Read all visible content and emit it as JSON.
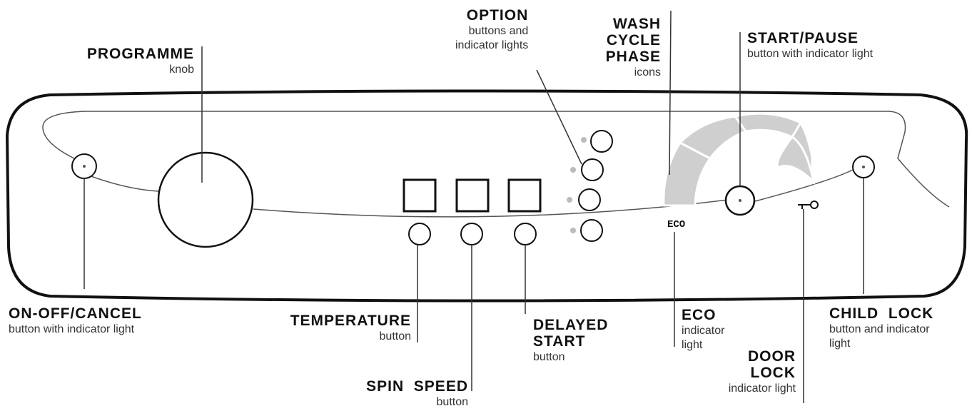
{
  "labels": {
    "option": {
      "title": "OPTION",
      "sub1": "buttons and",
      "sub2": "indicator lights"
    },
    "wash_cycle_phase": {
      "title1": "WASH",
      "title2": "CYCLE",
      "title3": "PHASE",
      "sub": "icons"
    },
    "start_pause": {
      "title": "START/PAUSE",
      "sub": "button with indicator light"
    },
    "programme": {
      "title": "PROGRAMME",
      "sub": "knob"
    },
    "on_off_cancel": {
      "title": "ON-OFF/CANCEL",
      "sub": "button with indicator light"
    },
    "temperature": {
      "title": "TEMPERATURE",
      "sub": "button"
    },
    "spin_speed": {
      "title": "SPIN  SPEED",
      "sub": "button"
    },
    "delayed_start": {
      "title1": "DELAYED",
      "title2": "START",
      "sub": "button"
    },
    "eco": {
      "title": "ECO",
      "sub1": "indicator",
      "sub2": "light"
    },
    "door_lock": {
      "title1": "DOOR",
      "title2": "LOCK",
      "sub": "indicator light"
    },
    "child_lock": {
      "title": "CHILD  LOCK",
      "sub1": "button and indicator",
      "sub2": "light"
    }
  },
  "panel": {
    "eco_text": "ECO"
  },
  "colors": {
    "outline": "#111111",
    "phase_arc": "#cfcfcf",
    "option_led": "#bbbbbb"
  }
}
